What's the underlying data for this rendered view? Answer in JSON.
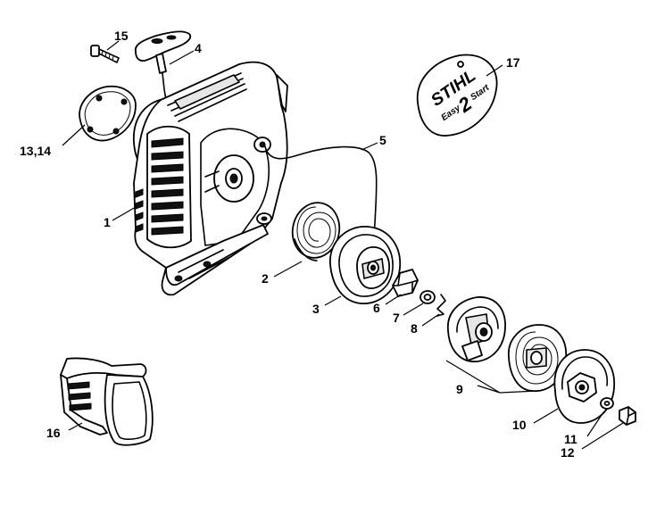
{
  "callouts": {
    "c1": "1",
    "c2": "2",
    "c3": "3",
    "c4": "4",
    "c5": "5",
    "c6": "6",
    "c7": "7",
    "c8": "8",
    "c9": "9",
    "c10": "10",
    "c11": "11",
    "c12": "12",
    "c13_14": "13,14",
    "c15": "15",
    "c16": "16",
    "c17": "17"
  },
  "decal": {
    "brand": "STIHL",
    "line1": "Easy",
    "line2": "2",
    "line3": "Start"
  }
}
